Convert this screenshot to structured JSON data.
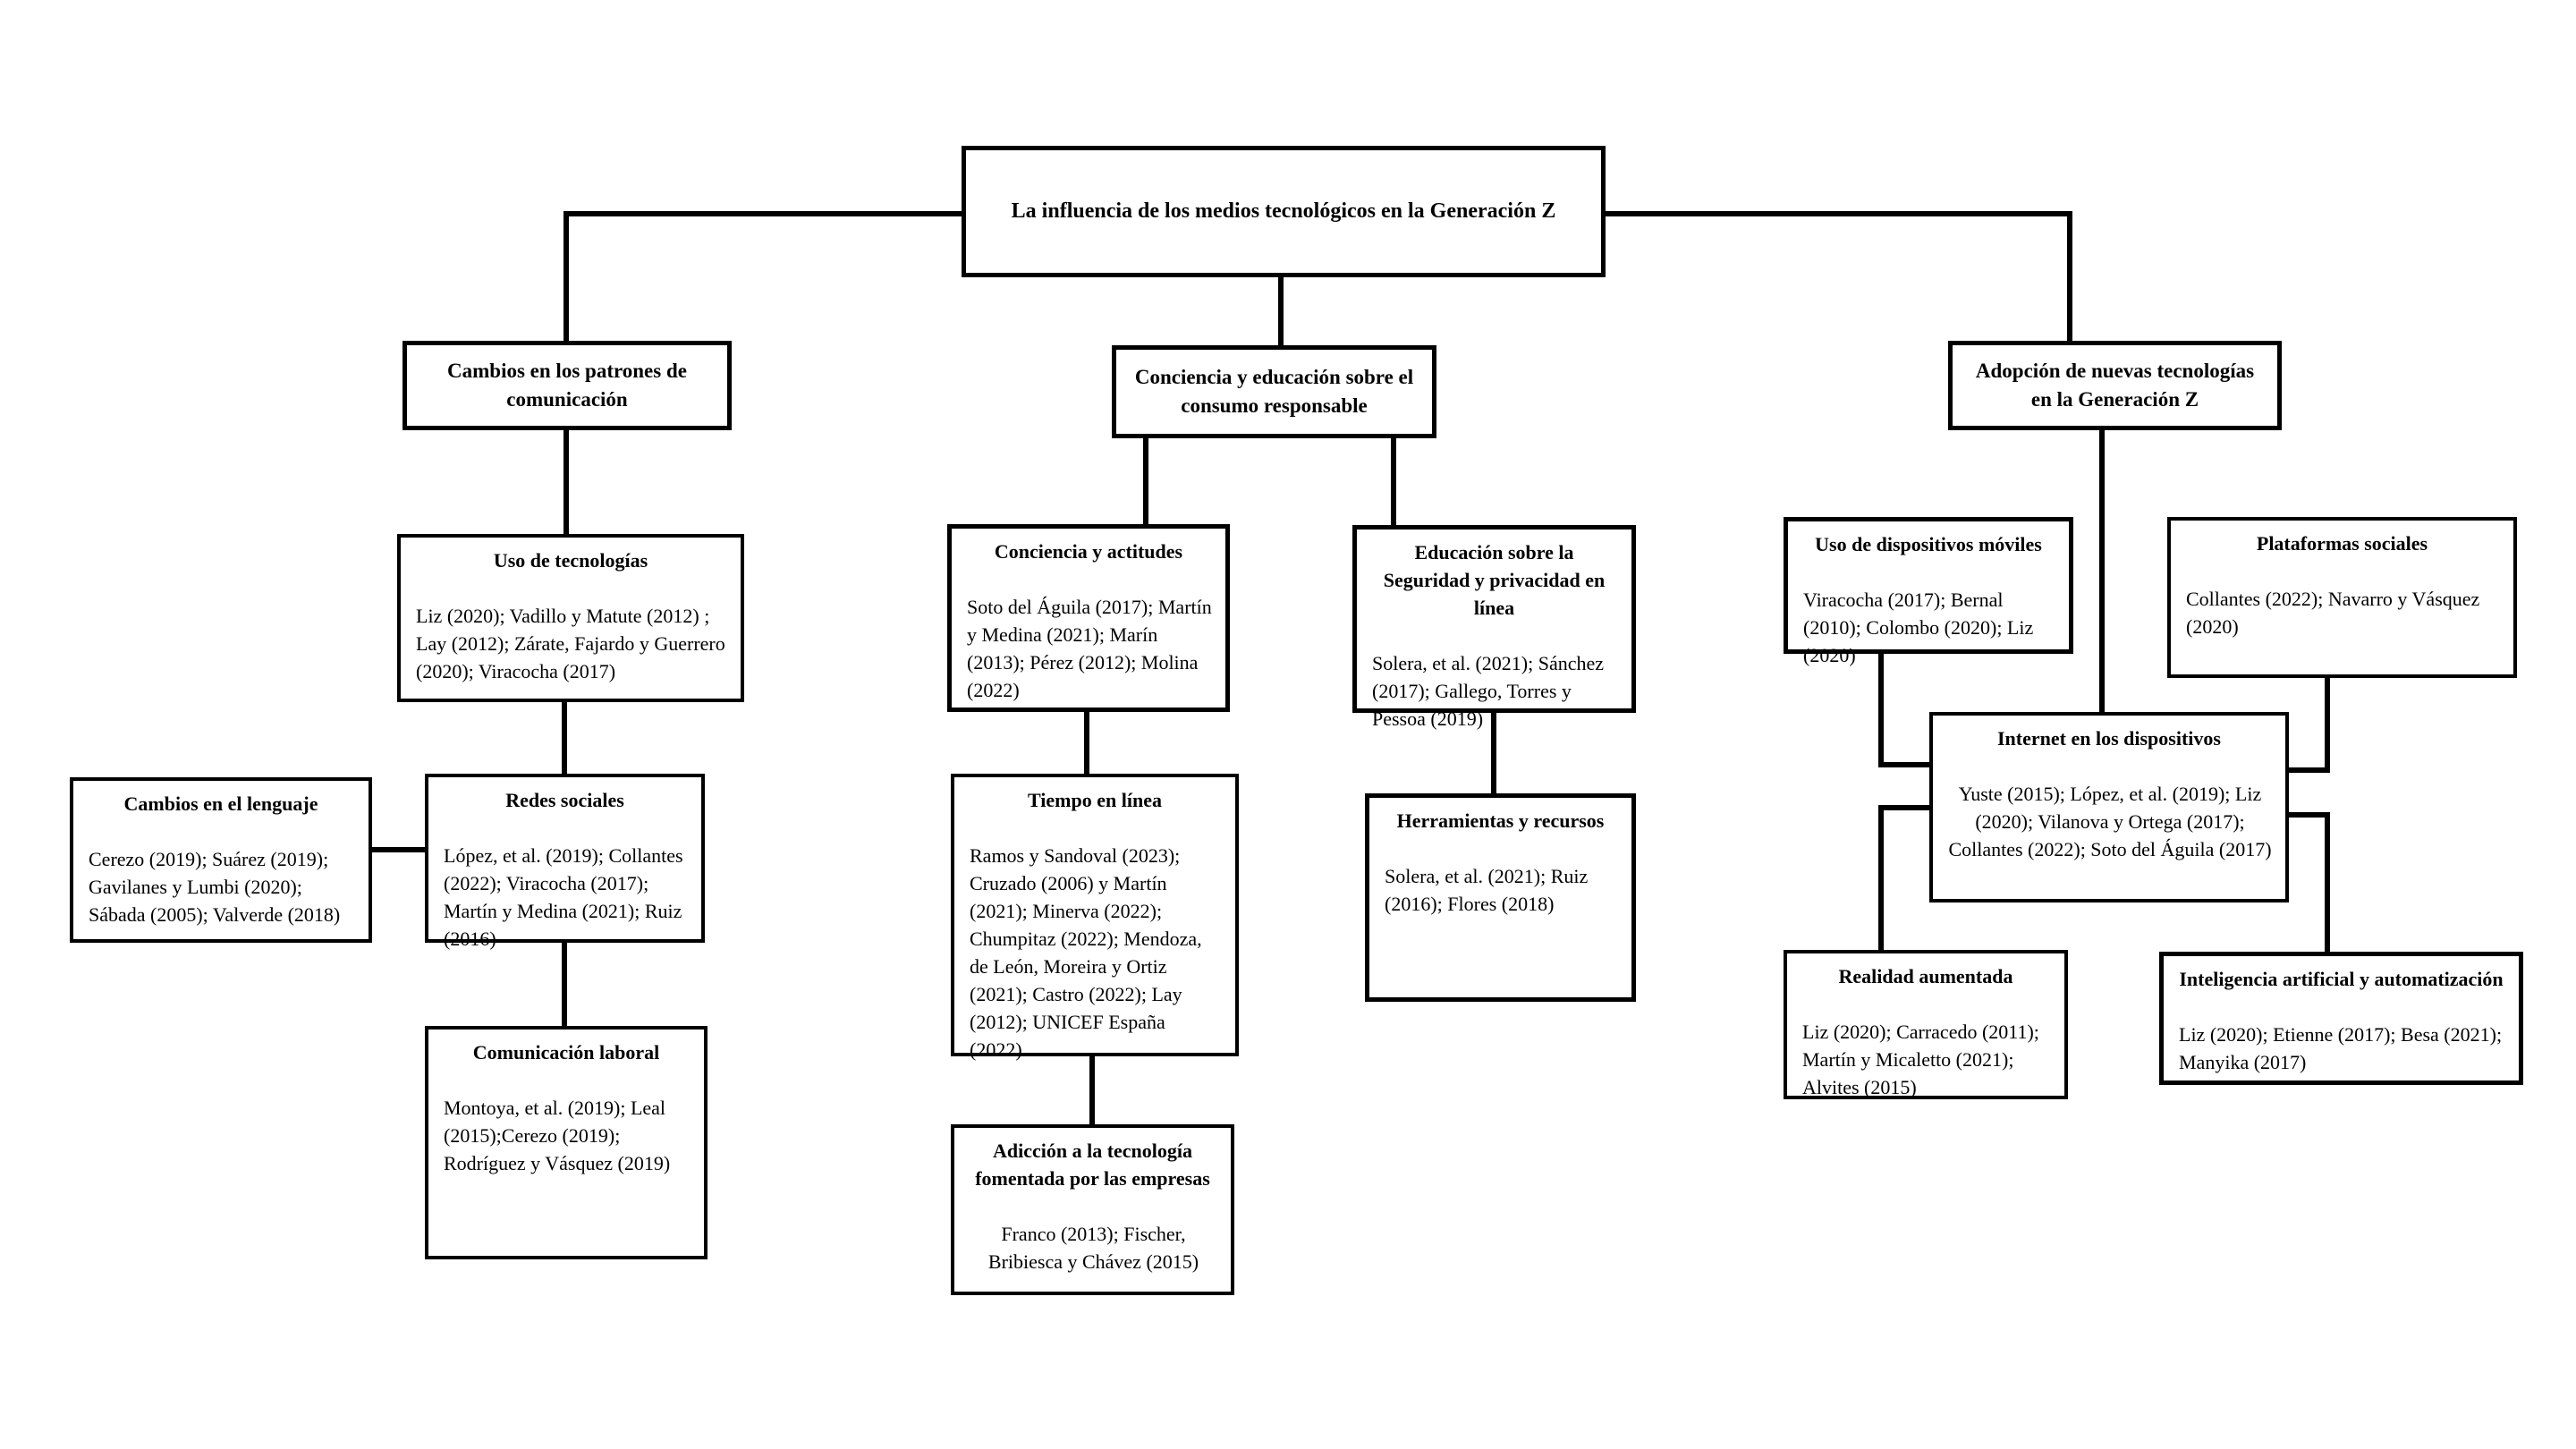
{
  "root": {
    "title": "La influencia de los medios tecnológicos en la Generación Z"
  },
  "headers": {
    "left": "Cambios en los patrones de comunicación",
    "center": "Conciencia y educación sobre el consumo responsable",
    "right": "Adopción de nuevas tecnologías en la Generación Z"
  },
  "nodes": {
    "uso_tecnologias": {
      "title": "Uso de tecnologías",
      "refs": "Liz (2020); Vadillo y Matute (2012) ; Lay (2012); Zárate, Fajardo y Guerrero (2020); Viracocha (2017)"
    },
    "cambios_lenguaje": {
      "title": "Cambios en el lenguaje",
      "refs": "Cerezo (2019); Suárez (2019); Gavilanes y Lumbi (2020); Sábada (2005); Valverde (2018)"
    },
    "redes_sociales": {
      "title": "Redes sociales",
      "refs": "López, et al. (2019); Collantes (2022); Viracocha (2017); Martín y Medina (2021); Ruiz (2016)"
    },
    "comunicacion_laboral": {
      "title": "Comunicación laboral",
      "refs": "Montoya, et al. (2019); Leal (2015);Cerezo (2019); Rodríguez y Vásquez (2019)"
    },
    "conciencia_actitudes": {
      "title": "Conciencia y actitudes",
      "refs": "Soto del Águila (2017); Martín y Medina (2021); Marín (2013); Pérez (2012); Molina (2022)"
    },
    "tiempo_en_linea": {
      "title": "Tiempo en línea",
      "refs": "Ramos y Sandoval (2023); Cruzado (2006) y Martín (2021); Minerva (2022); Chumpitaz (2022); Mendoza, de León, Moreira y Ortiz (2021); Castro (2022); Lay (2012); UNICEF España (2022)"
    },
    "adiccion_tecnologia": {
      "title": "Adicción a la tecnología fomentada por las empresas",
      "refs": "Franco (2013); Fischer, Bribiesca y Chávez (2015)"
    },
    "educacion_seguridad": {
      "title": "Educación sobre la Seguridad y privacidad en línea",
      "refs": "Solera, et al. (2021); Sánchez (2017); Gallego, Torres y Pessoa (2019)"
    },
    "herramientas_recursos": {
      "title": "Herramientas y recursos",
      "refs": "Solera, et al. (2021); Ruiz (2016); Flores (2018)"
    },
    "uso_dispositivos": {
      "title": "Uso de dispositivos móviles",
      "refs": "Viracocha (2017); Bernal (2010); Colombo (2020); Liz (2020)"
    },
    "plataformas_sociales": {
      "title": "Plataformas sociales",
      "refs": "Collantes (2022); Navarro y Vásquez (2020)"
    },
    "internet_dispositivos": {
      "title": "Internet en los dispositivos",
      "refs": "Yuste (2015); López, et al. (2019); Liz (2020); Vilanova y Ortega (2017); Collantes (2022); Soto del Águila (2017)"
    },
    "realidad_aumentada": {
      "title": "Realidad aumentada",
      "refs": "Liz (2020); Carracedo (2011); Martín y Micaletto (2021); Alvites (2015)"
    },
    "inteligencia_artificial": {
      "title": "Inteligencia artificial y automatización",
      "refs": "Liz (2020); Etienne (2017); Besa (2021); Manyika (2017)"
    }
  },
  "colors": {
    "line": "#000000",
    "background": "#ffffff",
    "text": "#000000"
  }
}
